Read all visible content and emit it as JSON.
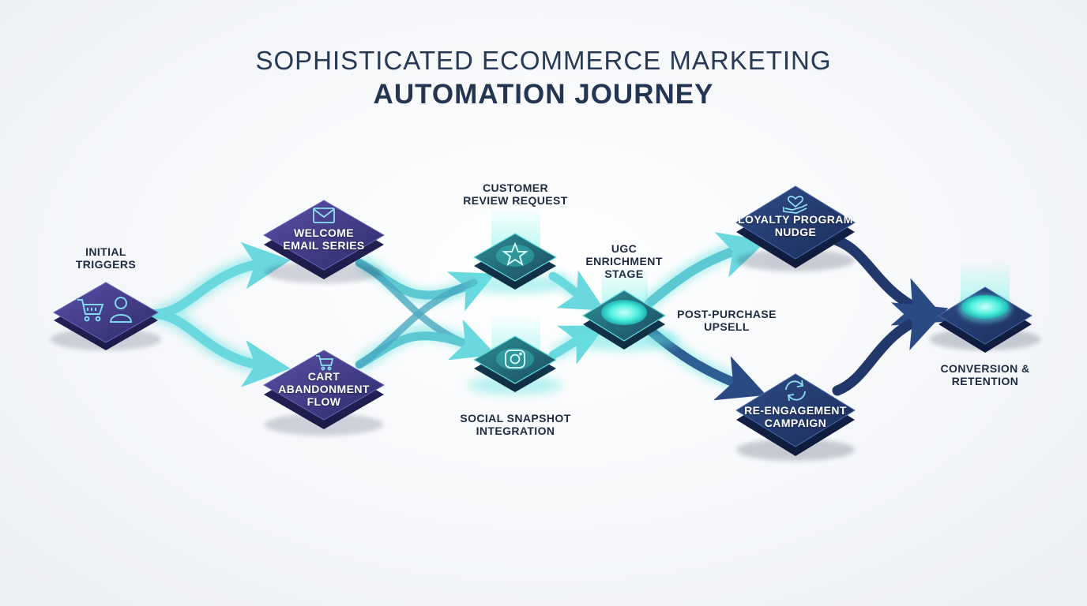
{
  "title": {
    "line1": "SOPHISTICATED ECOMMERCE MARKETING",
    "line2": "AUTOMATION JOURNEY"
  },
  "nodes": {
    "initial_triggers": {
      "label": "INITIAL\nTRIGGERS",
      "icons": [
        "shopping-cart-icon",
        "user-icon"
      ]
    },
    "welcome_email": {
      "label": "WELCOME\nEMAIL SERIES",
      "icon": "envelope-icon"
    },
    "cart_abandonment": {
      "label": "CART\nABANDONMENT\nFLOW",
      "icon": "shopping-cart-icon"
    },
    "customer_review": {
      "label": "CUSTOMER\nREVIEW REQUEST",
      "icon": "star-icon"
    },
    "social_snapshot": {
      "label": "SOCIAL SNAPSHOT\nINTEGRATION",
      "icon": "instagram-icon"
    },
    "ugc_enrichment": {
      "label": "UGC\nENRICHMENT\nSTAGE"
    },
    "post_purchase": {
      "label": "POST-PURCHASE\nUPSELL"
    },
    "loyalty_program": {
      "label": "LOYALTY PROGRAM\nNUDGE",
      "icon": "heart-hand-icon"
    },
    "re_engagement": {
      "label": "RE-ENGAGEMENT\nCAMPAIGN",
      "icon": "refresh-icon"
    },
    "conversion": {
      "label": "CONVERSION &\nRETENTION"
    }
  },
  "colors": {
    "title": "#263a56",
    "label": "#1d2b40",
    "node_purple": "#3f3a86",
    "node_navy": "#1f3566",
    "node_teal": "#1f6a74",
    "glow_cyan": "#3fe6d8",
    "flow_arrow": "#4fa9c4",
    "flow_navy": "#22386a"
  }
}
